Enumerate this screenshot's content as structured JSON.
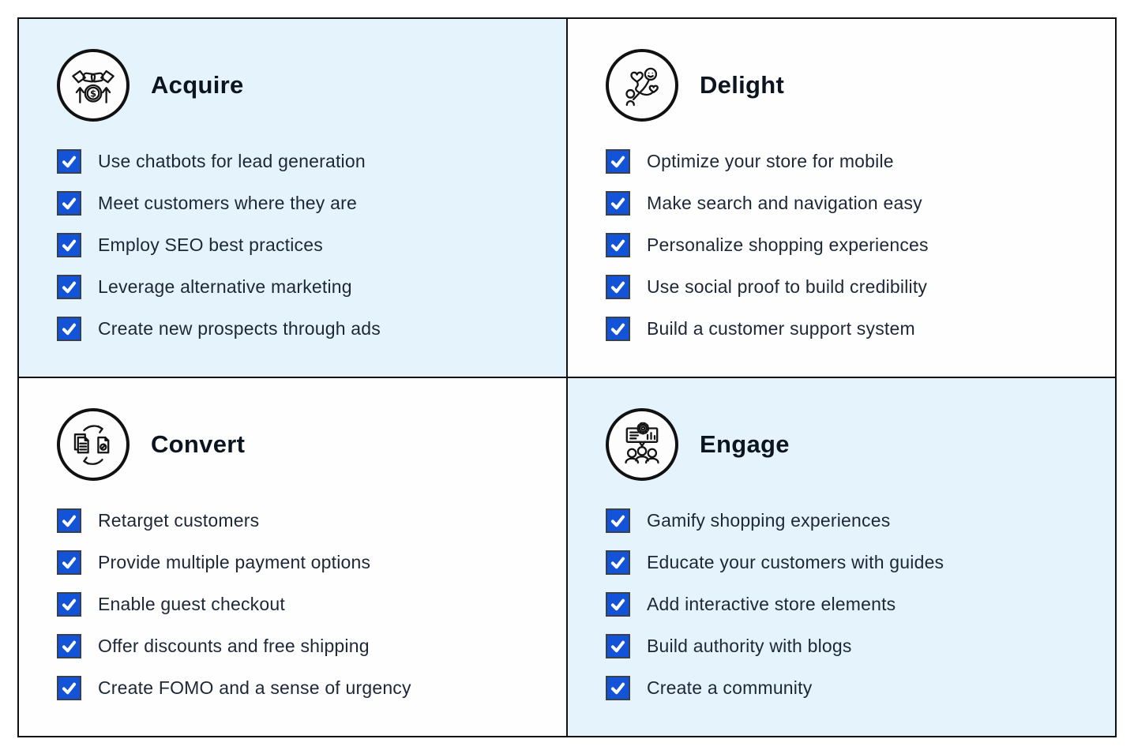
{
  "colors": {
    "panel_blue": "#e5f4fc",
    "panel_white": "#fefeff",
    "grid_border": "#111111",
    "checkbox_fill": "#1253d8",
    "checkbox_border": "#39414e",
    "checkmark": "#ffffff",
    "title_text": "#0c1420",
    "item_text": "#1d2736"
  },
  "checkbox": {
    "state": "checked"
  },
  "quadrants": [
    {
      "id": "acquire",
      "title": "Acquire",
      "icon": "handshake-money-growth-icon",
      "background": "light-blue",
      "items": [
        "Use chatbots for lead generation",
        "Meet customers where they are",
        "Employ SEO best practices",
        "Leverage alternative marketing",
        "Create new prospects through ads"
      ]
    },
    {
      "id": "delight",
      "title": "Delight",
      "icon": "person-heart-smiley-balloons-icon",
      "background": "white",
      "items": [
        "Optimize your store for mobile",
        "Make search and navigation easy",
        "Personalize shopping experiences",
        "Use social proof to build credibility",
        "Build a customer support system"
      ]
    },
    {
      "id": "convert",
      "title": "Convert",
      "icon": "document-conversion-arrows-icon",
      "background": "white",
      "items": [
        "Retarget customers",
        "Provide multiple payment options",
        "Enable guest checkout",
        "Offer discounts and free shipping",
        "Create FOMO and a sense of urgency"
      ]
    },
    {
      "id": "engage",
      "title": "Engage",
      "icon": "presentation-audience-icon",
      "background": "light-blue",
      "items": [
        "Gamify shopping experiences",
        "Educate your customers with guides",
        "Add interactive store elements",
        "Build authority with blogs",
        "Create a community"
      ]
    }
  ]
}
